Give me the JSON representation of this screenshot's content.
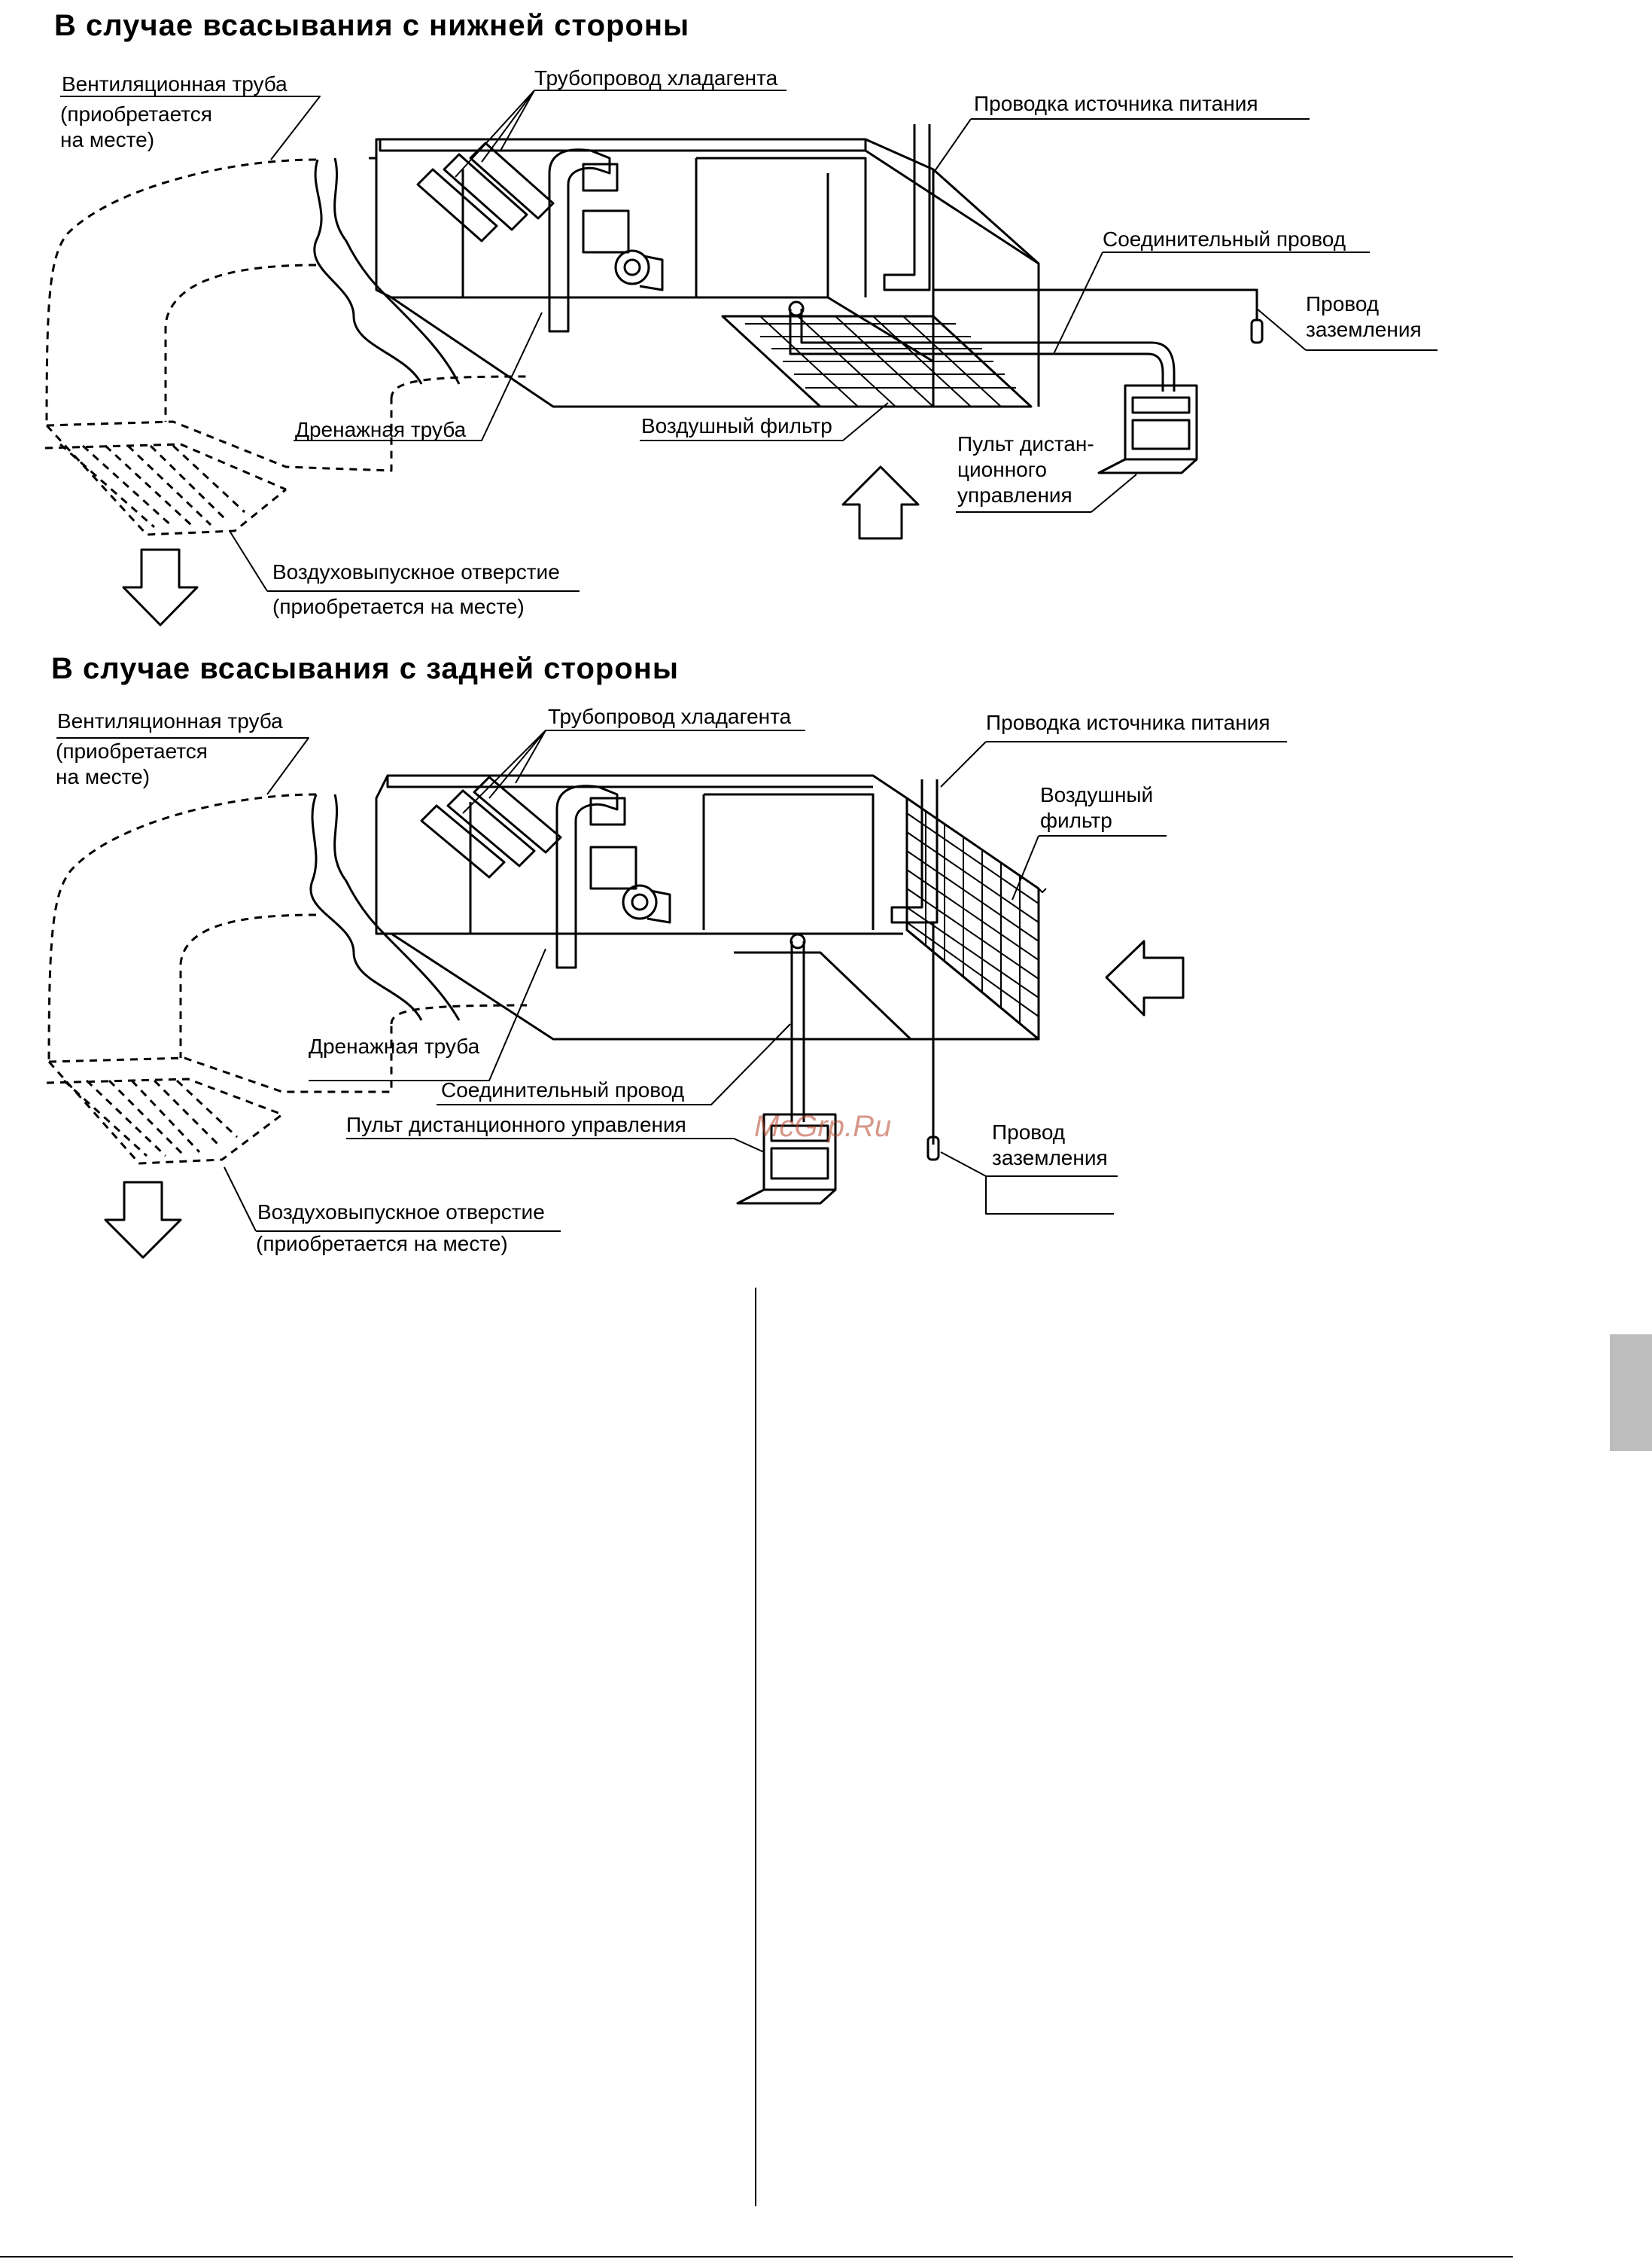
{
  "sections": [
    {
      "title": "В случае всасывания с нижней стороны",
      "labels": {
        "vent_duct_1": "Вентиляционная труба",
        "vent_duct_2": "(приобретается",
        "vent_duct_3": "на месте)",
        "refrigerant_pipe": "Трубопровод хладагента",
        "power_wiring": "Проводка источника питания",
        "connecting_wire": "Соединительный провод",
        "ground_wire_1": "Провод",
        "ground_wire_2": "заземления",
        "drain_pipe": "Дренажная труба",
        "air_filter": "Воздушный фильтр",
        "remote_1": "Пульт дистан-",
        "remote_2": "ционного",
        "remote_3": "управления",
        "outlet_1": "Воздуховыпускное отверстие",
        "outlet_2": "(приобретается на месте)"
      }
    },
    {
      "title": "В случае всасывания с задней стороны",
      "labels": {
        "vent_duct_1": "Вентиляционная труба",
        "vent_duct_2": "(приобретается",
        "vent_duct_3": "на месте)",
        "refrigerant_pipe": "Трубопровод хладагента",
        "power_wiring": "Проводка источника питания",
        "air_filter_1": "Воздушный",
        "air_filter_2": "фильтр",
        "drain_pipe": "Дренажная труба",
        "connecting_wire": "Соединительный провод",
        "remote": "Пульт дистанционного управления",
        "ground_wire_1": "Провод",
        "ground_wire_2": "заземления",
        "outlet_1": "Воздуховыпускное отверстие",
        "outlet_2": "(приобретается на месте)"
      }
    }
  ],
  "watermark": "McGrp.Ru"
}
